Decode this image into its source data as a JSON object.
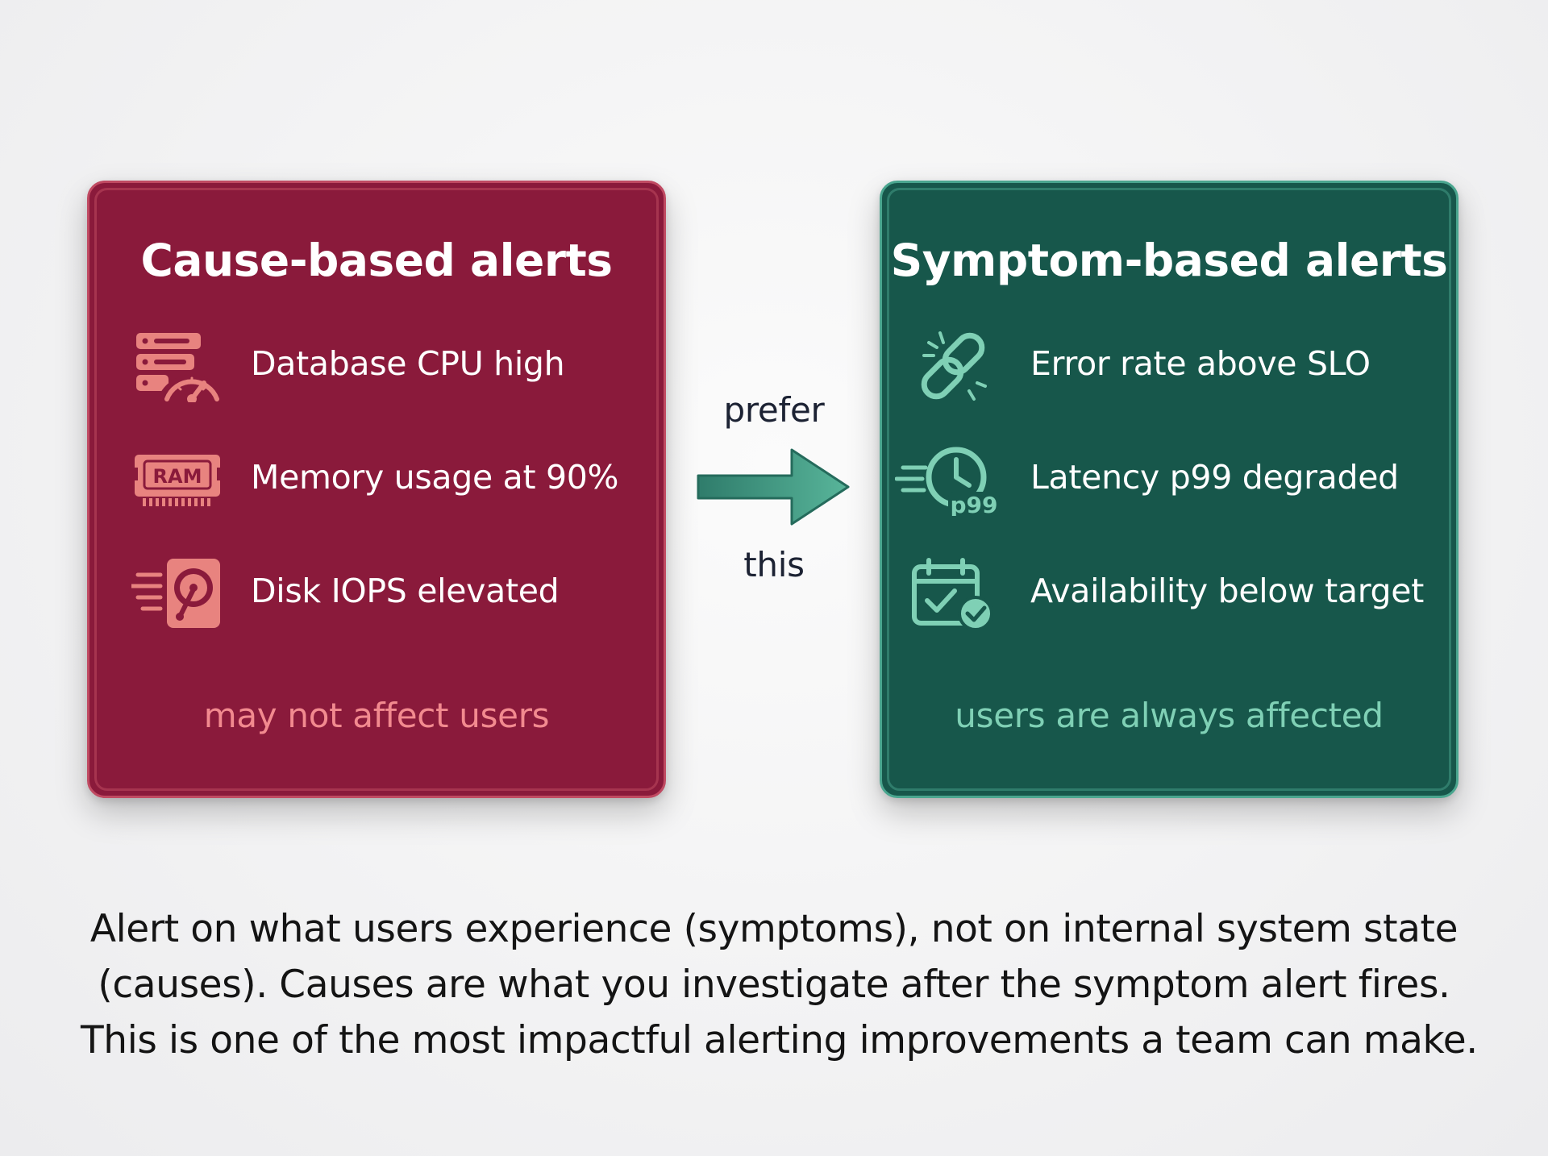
{
  "left_card": {
    "title": "Cause-based alerts",
    "items": [
      {
        "icon": "server-gauge-icon",
        "label": "Database CPU high"
      },
      {
        "icon": "ram-chip-icon",
        "label": "Memory usage at 90%",
        "chip_text": "RAM"
      },
      {
        "icon": "hard-disk-icon",
        "label": "Disk IOPS elevated"
      }
    ],
    "footer": "may not affect users",
    "colors": {
      "background": "#8a1a3b",
      "accent": "#f28a8f"
    }
  },
  "arrow": {
    "top_label": "prefer",
    "bottom_label": "this",
    "color": "#3f9a85"
  },
  "right_card": {
    "title": "Symptom-based alerts",
    "items": [
      {
        "icon": "broken-link-icon",
        "label": "Error rate above SLO"
      },
      {
        "icon": "clock-p99-icon",
        "label": "Latency p99 degraded",
        "badge_text": "p99"
      },
      {
        "icon": "calendar-check-icon",
        "label": "Availability below target"
      }
    ],
    "footer": "users are always affected",
    "colors": {
      "background": "#17574b",
      "accent": "#7fd0b5"
    }
  },
  "caption": {
    "lines": [
      "Alert on what users experience (symptoms), not on internal system state",
      "(causes). Causes are what you investigate after the symptom alert fires.",
      "This is one of the most impactful alerting improvements a team can make."
    ]
  }
}
